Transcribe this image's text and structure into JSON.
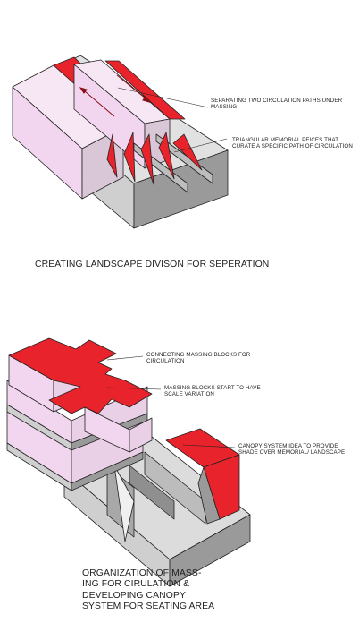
{
  "diagram_1": {
    "callouts": [
      "SEPARATING TWO CIRCULATION PATHS UNDER MASSING",
      "TRIANGULAR MEMORIAL PEICES THAT CURATE A SPECIFIC PATH OF CIRCULATION"
    ],
    "caption": "CREATING LANDSCAPE DIVISON FOR SEPERATION"
  },
  "diagram_2": {
    "callouts": [
      "CONNECTING MASSING BLOCKS FOR CIRCULATION",
      "MASSING BLOCKS START TO HAVE SCALE VARIATION",
      "CANOPY SYSTEM IDEA TO PROVIDE SHADE OVER MEMORIAL/ LANDSCAPE"
    ],
    "caption_lines": [
      "ORGANIZATION OF MASS-",
      "ING FOR CIRULATION  &",
      "DEVELOPING CANOPY",
      "SYSTEM FOR SEATING AREA"
    ]
  },
  "colors": {
    "accent_red": "#e8232b",
    "massing_pink": "#f2dcef",
    "ground_grey": "#d9d9d9"
  }
}
